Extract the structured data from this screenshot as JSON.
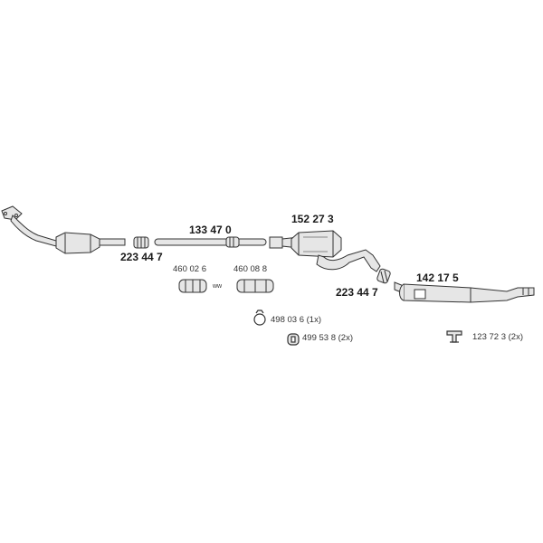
{
  "parts": {
    "bracket_lbl_a": "223 44 7",
    "mid_pipe": "133 47 0",
    "front_silencer": "152 27 3",
    "bracket_lbl_b": "223 44 7",
    "rear_silencer": "142 17 5",
    "clamp_a": "460 02 6",
    "clamp_b": "460 08 8",
    "ww_note": "ww",
    "o_ring": "498 03 6 (1x)",
    "rubber_mount": "499 53 8 (2x)",
    "hanger": "123 72 3 (2x)"
  },
  "line_color": "#333333",
  "fill_color": "#e6e6e6"
}
